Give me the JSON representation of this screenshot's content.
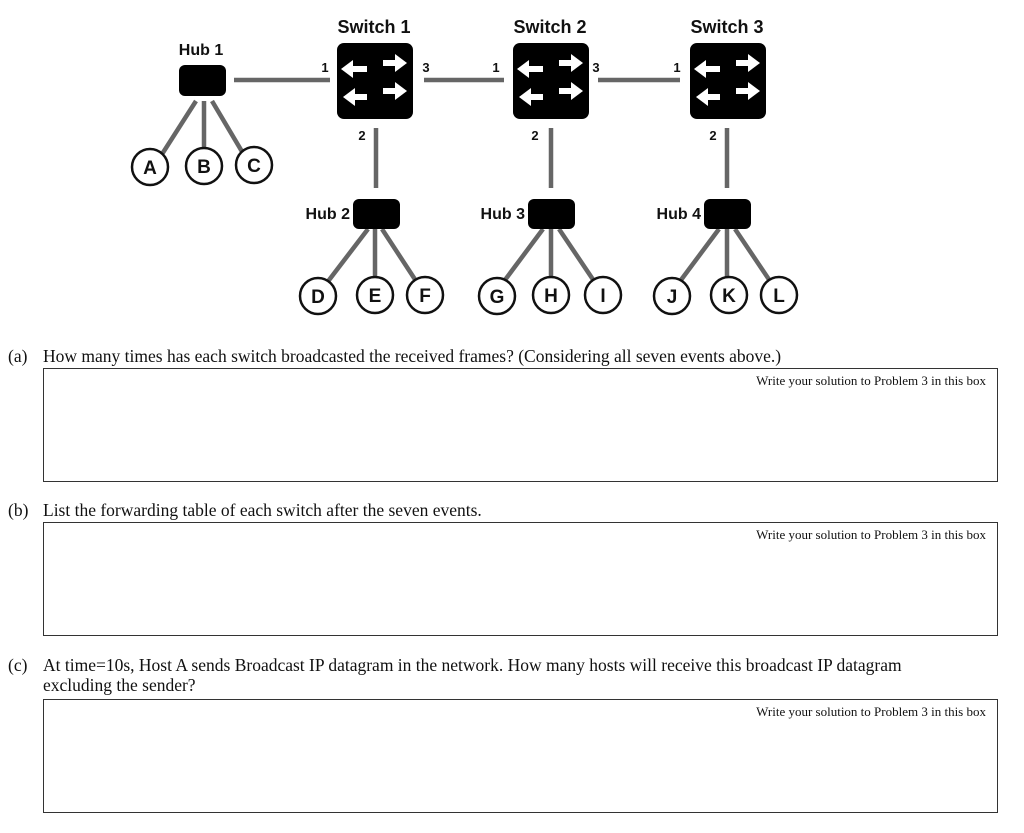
{
  "diagram": {
    "switches": [
      {
        "label": "Switch 1",
        "ports": [
          "1",
          "2",
          "3"
        ]
      },
      {
        "label": "Switch 2",
        "ports": [
          "1",
          "2",
          "3"
        ]
      },
      {
        "label": "Switch 3",
        "ports": [
          "1",
          "2"
        ]
      }
    ],
    "hubs": [
      {
        "label": "Hub 1",
        "hosts": [
          "A",
          "B",
          "C"
        ]
      },
      {
        "label": "Hub 2",
        "hosts": [
          "D",
          "E",
          "F"
        ]
      },
      {
        "label": "Hub 3",
        "hosts": [
          "G",
          "H",
          "I"
        ]
      },
      {
        "label": "Hub 4",
        "hosts": [
          "J",
          "K",
          "L"
        ]
      }
    ]
  },
  "questions": [
    {
      "tag": "(a)",
      "text": "How many times has each switch broadcasted the received frames? (Considering all seven events above.)",
      "hint": "Write your solution to Problem 3 in this box"
    },
    {
      "tag": "(b)",
      "text": "List the forwarding table of each switch after the seven events.",
      "hint": "Write your solution to Problem 3 in this box"
    },
    {
      "tag": "(c)",
      "text": "At time=10s, Host A sends Broadcast IP datagram in the network. How many hosts will receive this broadcast IP datagram excluding the sender?",
      "hint": "Write your solution to Problem 3 in this box"
    }
  ]
}
